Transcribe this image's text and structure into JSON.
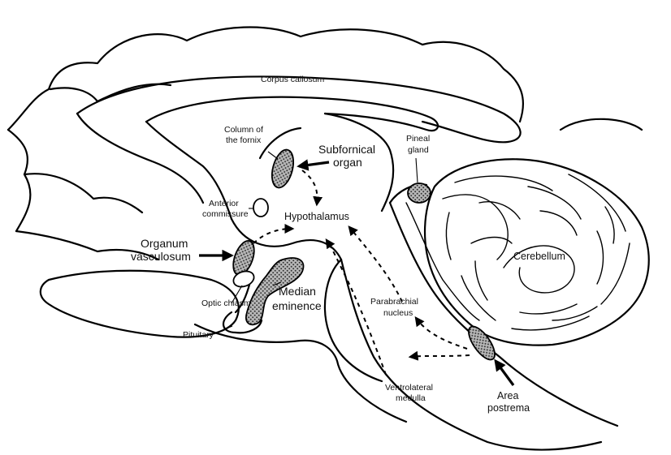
{
  "labels": {
    "corpus_callosum": "Corpus callosum",
    "column_fornix_1": "Column of",
    "column_fornix_2": "the fornix",
    "subfornical_1": "Subfornical",
    "subfornical_2": "organ",
    "pineal_1": "Pineal",
    "pineal_2": "gland",
    "anterior_comm_1": "Anterior",
    "anterior_comm_2": "commissure",
    "hypothalamus": "Hypothalamus",
    "organum_1": "Organum",
    "organum_2": "vasculosum",
    "cerebellum": "Cerebellum",
    "median_1": "Median",
    "median_2": "eminence",
    "optic_chiasm": "Optic chiasm",
    "parabrachial_1": "Parabrachial",
    "parabrachial_2": "nucleus",
    "pituitary": "Pituitary",
    "vlm_1": "Ventrolateral",
    "vlm_2": "medulla",
    "area_postrema_1": "Area",
    "area_postrema_2": "postrema"
  },
  "colors": {
    "ink": "#000000",
    "stipple": "#9a9a9a",
    "background": "#ffffff"
  },
  "icons": {
    "pointer": "thick-black-arrow",
    "pathway": "dashed-arrow"
  }
}
